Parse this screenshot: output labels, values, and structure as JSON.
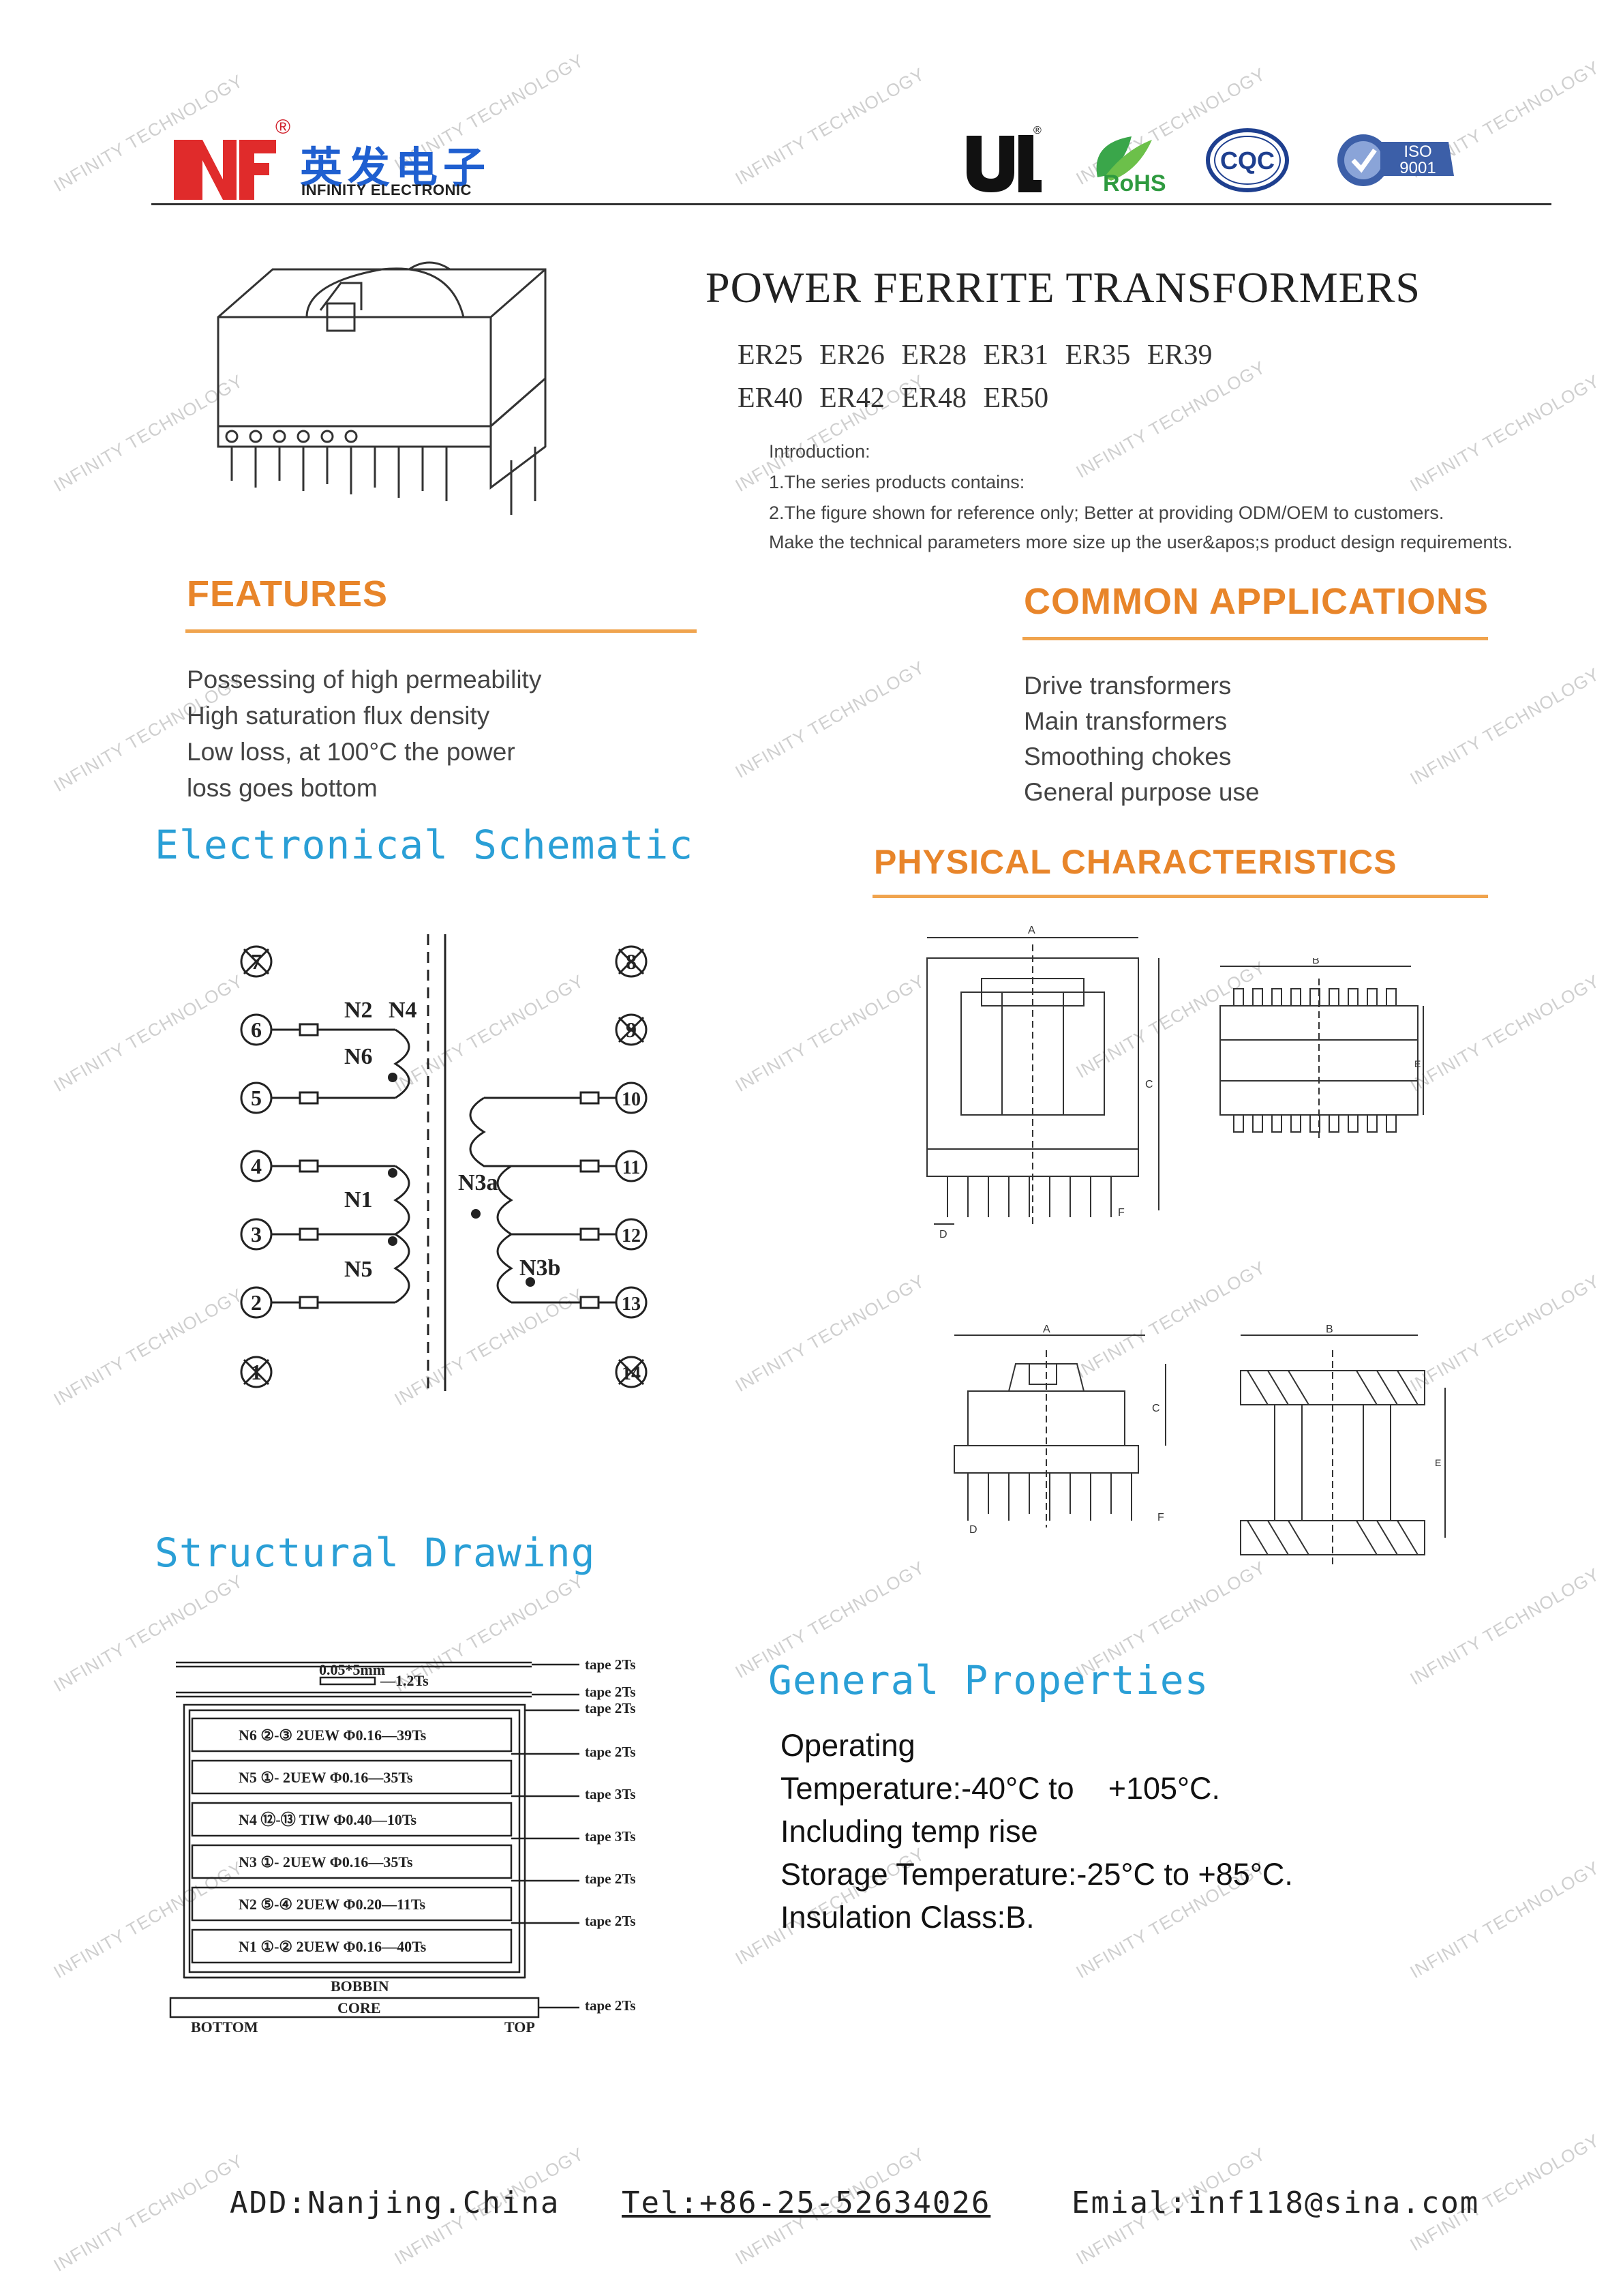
{
  "header": {
    "logo_mark": "NF",
    "logo_cn": "英发电子",
    "logo_en": "INFINITY ELECTRONIC",
    "registered": "®",
    "cert_rohs": "RoHS",
    "cert_ccc": "CQC",
    "cert_iso_top": "ISO",
    "cert_iso_num": "9001"
  },
  "watermark_text": "INFINITY TECHNOLOGY",
  "title": "POWER FERRITE TRANSFORMERS",
  "models": {
    "row1": "ER25  ER26  ER28  ER31  ER35  ER39",
    "row2": "ER40  ER42  ER48  ER50"
  },
  "intro": {
    "heading": "Introduction:",
    "line1": "1.The series products contains:",
    "line2": "2.The figure shown for reference only;  Better at providing ODM/OEM to customers.",
    "line3": "Make the technical parameters more size up the user&apos;s product design requirements."
  },
  "features": {
    "heading": "FEATURES",
    "items": [
      "Possessing of high permeability",
      "High saturation flux density",
      "Low loss, at 100°C the power",
      "loss goes bottom"
    ]
  },
  "applications": {
    "heading": "COMMON APPLICATIONS",
    "items": [
      "Drive transformers",
      "Main transformers",
      "Smoothing chokes",
      "General purpose use"
    ]
  },
  "schematic": {
    "heading": "Electronical Schematic",
    "pins_left": [
      "7",
      "6",
      "5",
      "4",
      "3",
      "2",
      "1"
    ],
    "pins_right": [
      "8",
      "9",
      "10",
      "11",
      "12",
      "13",
      "14"
    ],
    "labels": {
      "n2": "N2",
      "n4": "N4",
      "n6": "N6",
      "n1": "N1",
      "n5": "N5",
      "n3a": "N3a",
      "n3b": "N3b"
    }
  },
  "physical": {
    "heading": "PHYSICAL CHARACTERISTICS",
    "dims": {
      "a": "A",
      "b": "B",
      "c": "C",
      "d": "D",
      "e": "E",
      "f": "F"
    }
  },
  "structural": {
    "heading": "Structural Drawing",
    "top_layer": "0.05*5mm",
    "top_layer_turns": "—1.2Ts",
    "layers": [
      "N6 ②-③ 2UEW Φ0.16—39Ts",
      "N5 ①-  2UEW Φ0.16—35Ts",
      "N4 ⑫-⑬ TIW Φ0.40—10Ts",
      "N3 ①-  2UEW Φ0.16—35Ts",
      "N2 ⑤-④ 2UEW Φ0.20—11Ts",
      "N1 ①-② 2UEW Φ0.16—40Ts"
    ],
    "tapes": [
      "tape  2Ts",
      "tape  2Ts",
      "tape  2Ts",
      "tape  2Ts",
      "tape  3Ts",
      "tape  3Ts",
      "tape  2Ts",
      "tape  2Ts",
      "tape  2Ts"
    ],
    "bobbin": "BOBBIN",
    "core": "CORE",
    "bottom": "BOTTOM",
    "top": "TOP"
  },
  "properties": {
    "heading": "General Properties",
    "lines": [
      "Operating",
      "Temperature:-40°C to    +105°C.",
      "Including temp rise",
      "Storage Temperature:-25°C to +85°C.",
      "Insulation Class:B."
    ]
  },
  "footer": {
    "address": "ADD:Nanjing.China",
    "tel": "Tel:+86-25-52634026",
    "email": "Emial:inf118@sina.com"
  },
  "colors": {
    "brand_blue": "#1f5fd0",
    "brand_red": "#e02b2b",
    "orange": "#e8852a",
    "blue_heading": "#2a9fd6"
  }
}
